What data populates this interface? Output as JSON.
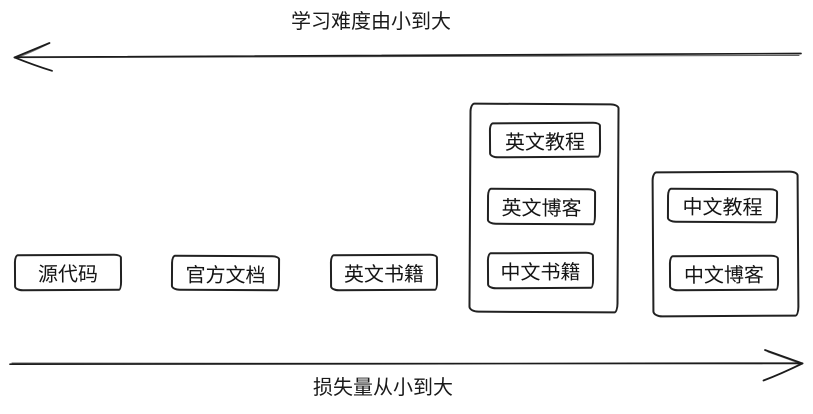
{
  "diagram": {
    "top_axis_label": "学习难度由小到大",
    "bottom_axis_label": "损失量从小到大",
    "boxes": [
      {
        "label": "源代码"
      },
      {
        "label": "官方文档"
      },
      {
        "label": "英文书籍"
      }
    ],
    "group1": {
      "items": [
        {
          "label": "英文教程"
        },
        {
          "label": "英文博客"
        },
        {
          "label": "中文书籍"
        }
      ]
    },
    "group2": {
      "items": [
        {
          "label": "中文教程"
        },
        {
          "label": "中文博客"
        }
      ]
    },
    "stroke_color": "#1c1c1c",
    "background_color": "#ffffff"
  }
}
